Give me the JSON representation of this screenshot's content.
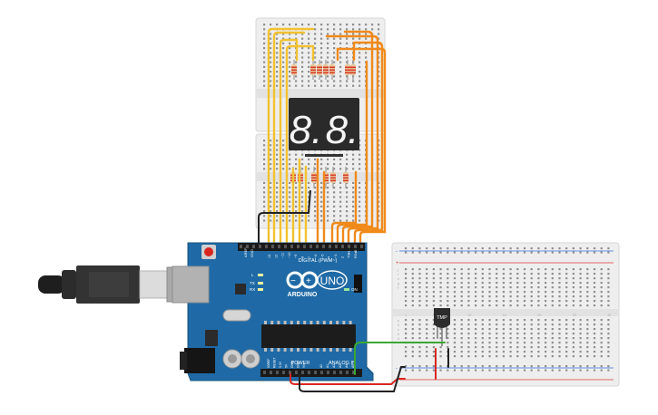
{
  "board": {
    "name": "UNO",
    "brand": "ARDUINO",
    "digital_header_label": "DIGITAL (PWM~)",
    "analog_header_label": "ANALOG IN",
    "power_header_label": "POWER",
    "tx_label": "TX",
    "rx_label": "RX",
    "l_label": "L",
    "on_label": "ON",
    "aref_label": "AREF",
    "gnd_label": "GND",
    "pin_labels_digital": [
      "13",
      "12",
      "~11",
      "~10",
      "~9",
      "8",
      "7",
      "~6",
      "~5",
      "4",
      "~3",
      "2",
      "TX▸1",
      "RX◂0"
    ],
    "pin_labels_power": [
      "IOREF",
      "RESET",
      "3.3V",
      "5V",
      "GND",
      "GND",
      "Vin"
    ],
    "pin_labels_analog": [
      "A0",
      "A1",
      "A2",
      "A3",
      "A4",
      "A5"
    ]
  },
  "sensor": {
    "label": "TMP"
  },
  "display": {
    "digits": [
      "8.",
      "8."
    ]
  },
  "breadboard": {
    "col_numbers": [
      "1",
      "5",
      "10",
      "15",
      "20",
      "25",
      "30"
    ],
    "row_letters": [
      "j",
      "i",
      "h",
      "g",
      "f",
      "e",
      "d",
      "c",
      "b",
      "a"
    ],
    "rail_plus": "+",
    "rail_minus": "-"
  },
  "colors": {
    "arduino_blue": "#1f6aa6",
    "wire_yellow": "#f2c230",
    "wire_orange": "#f08a1a",
    "wire_green": "#3aa832",
    "wire_red": "#d8261f",
    "wire_black": "#222222",
    "rail_red": "#e03a3a",
    "rail_blue": "#3a6ee0"
  },
  "icons": {
    "usb": "usb-cable-icon",
    "reset": "reset-button-icon",
    "logo": "arduino-infinity-logo-icon"
  }
}
